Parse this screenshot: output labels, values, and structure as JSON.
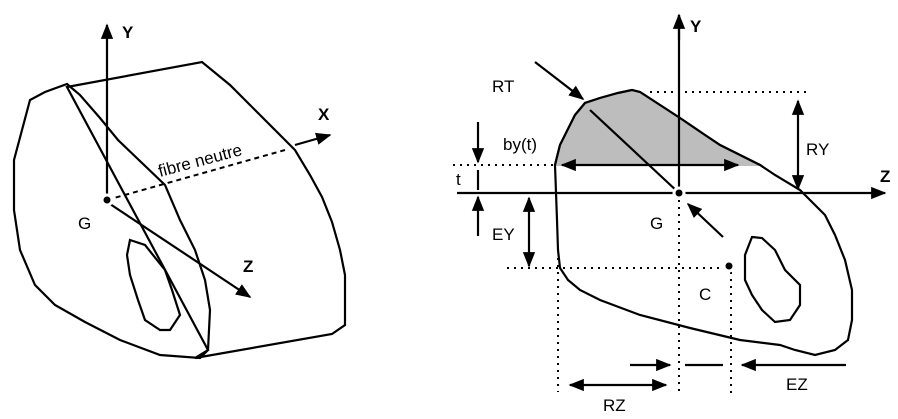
{
  "left_figure": {
    "axis_y": "Y",
    "axis_x": "X",
    "axis_z": "Z",
    "centroid": "G",
    "neutral_fibre": "fibre neutre"
  },
  "right_figure": {
    "axis_y": "Y",
    "axis_z": "Z",
    "centroid": "G",
    "shear_center": "C",
    "rt": "RT",
    "ry": "RY",
    "rz": "RZ",
    "ey": "EY",
    "ez": "EZ",
    "t": "t",
    "by_t": "by(t)"
  },
  "colors": {
    "section_fill": "#dcdcdc",
    "upper_fill": "#bdbdbd",
    "line": "#000000"
  }
}
